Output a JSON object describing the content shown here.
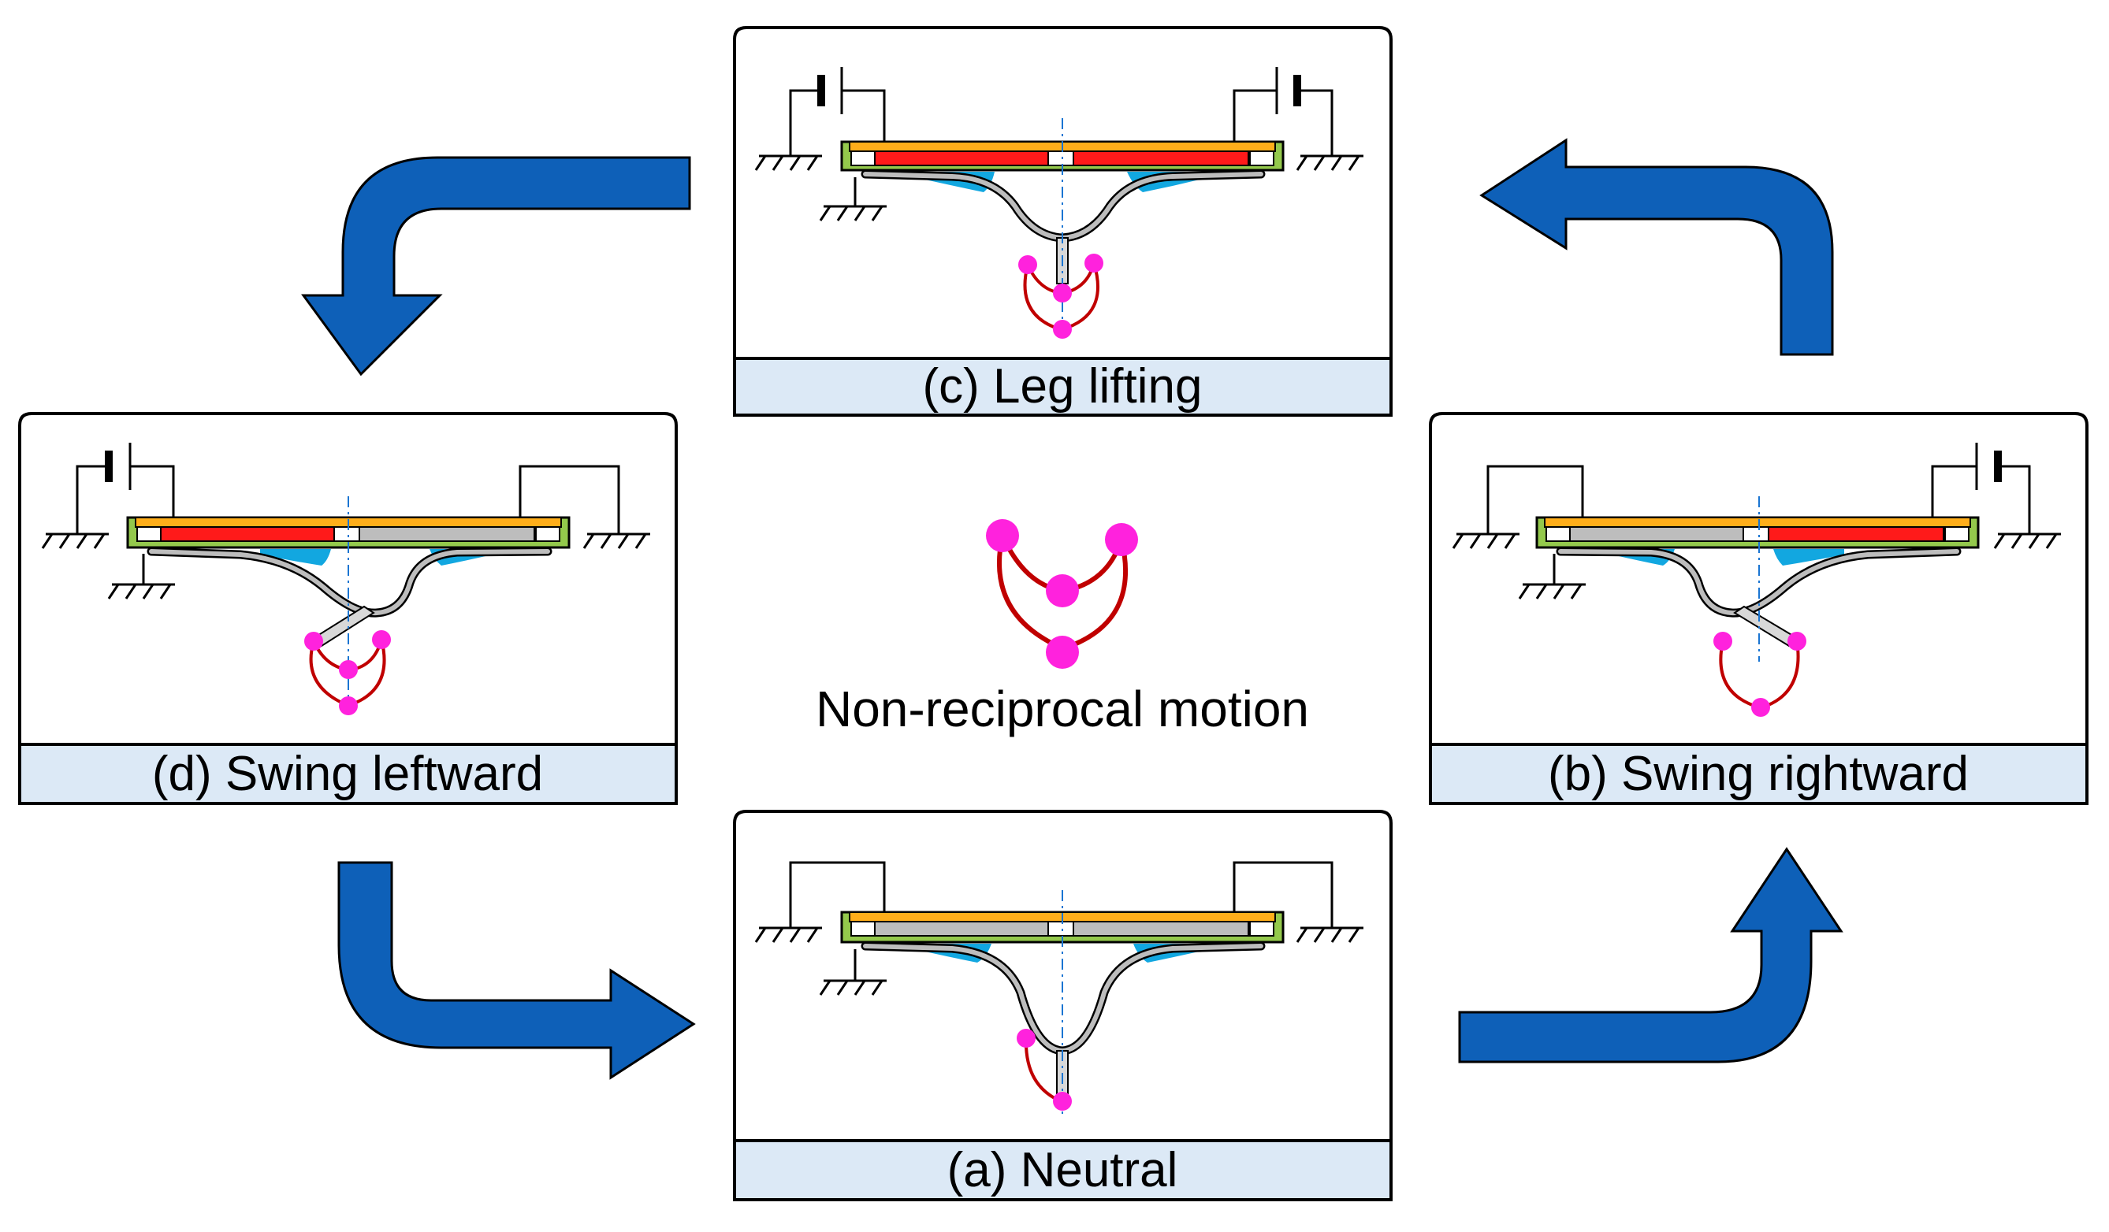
{
  "panels": {
    "a": {
      "caption": "(a) Neutral"
    },
    "b": {
      "caption": "(b) Swing rightward"
    },
    "c": {
      "caption": "(c) Leg lifting"
    },
    "d": {
      "caption": "(d) Swing leftward"
    }
  },
  "center": {
    "caption": "Non-reciprocal motion"
  },
  "colors": {
    "arrow": "#0e60b8",
    "top_layer": "#ffae1a",
    "base_frame": "#94c94c",
    "electrode_active": "#ff1a1a",
    "electrode_inactive": "#bdbdbd",
    "caption_bg": "#dce9f6",
    "joint": "#ff22dd",
    "link": "#c00000",
    "fillet": "#12a7e0",
    "centerline": "#1a75d2"
  }
}
